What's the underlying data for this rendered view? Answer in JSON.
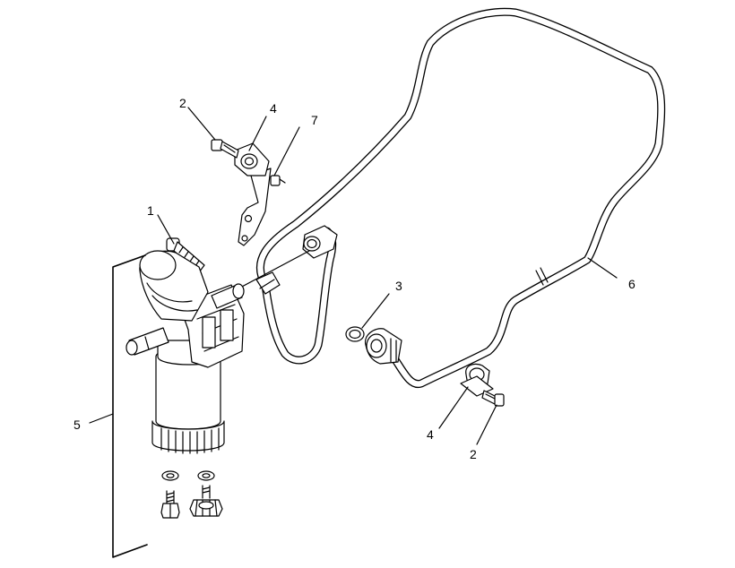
{
  "callouts": {
    "c1": "1",
    "c2a": "2",
    "c2b": "2",
    "c3": "3",
    "c4a": "4",
    "c4b": "4",
    "c5": "5",
    "c6": "6",
    "c7": "7"
  }
}
